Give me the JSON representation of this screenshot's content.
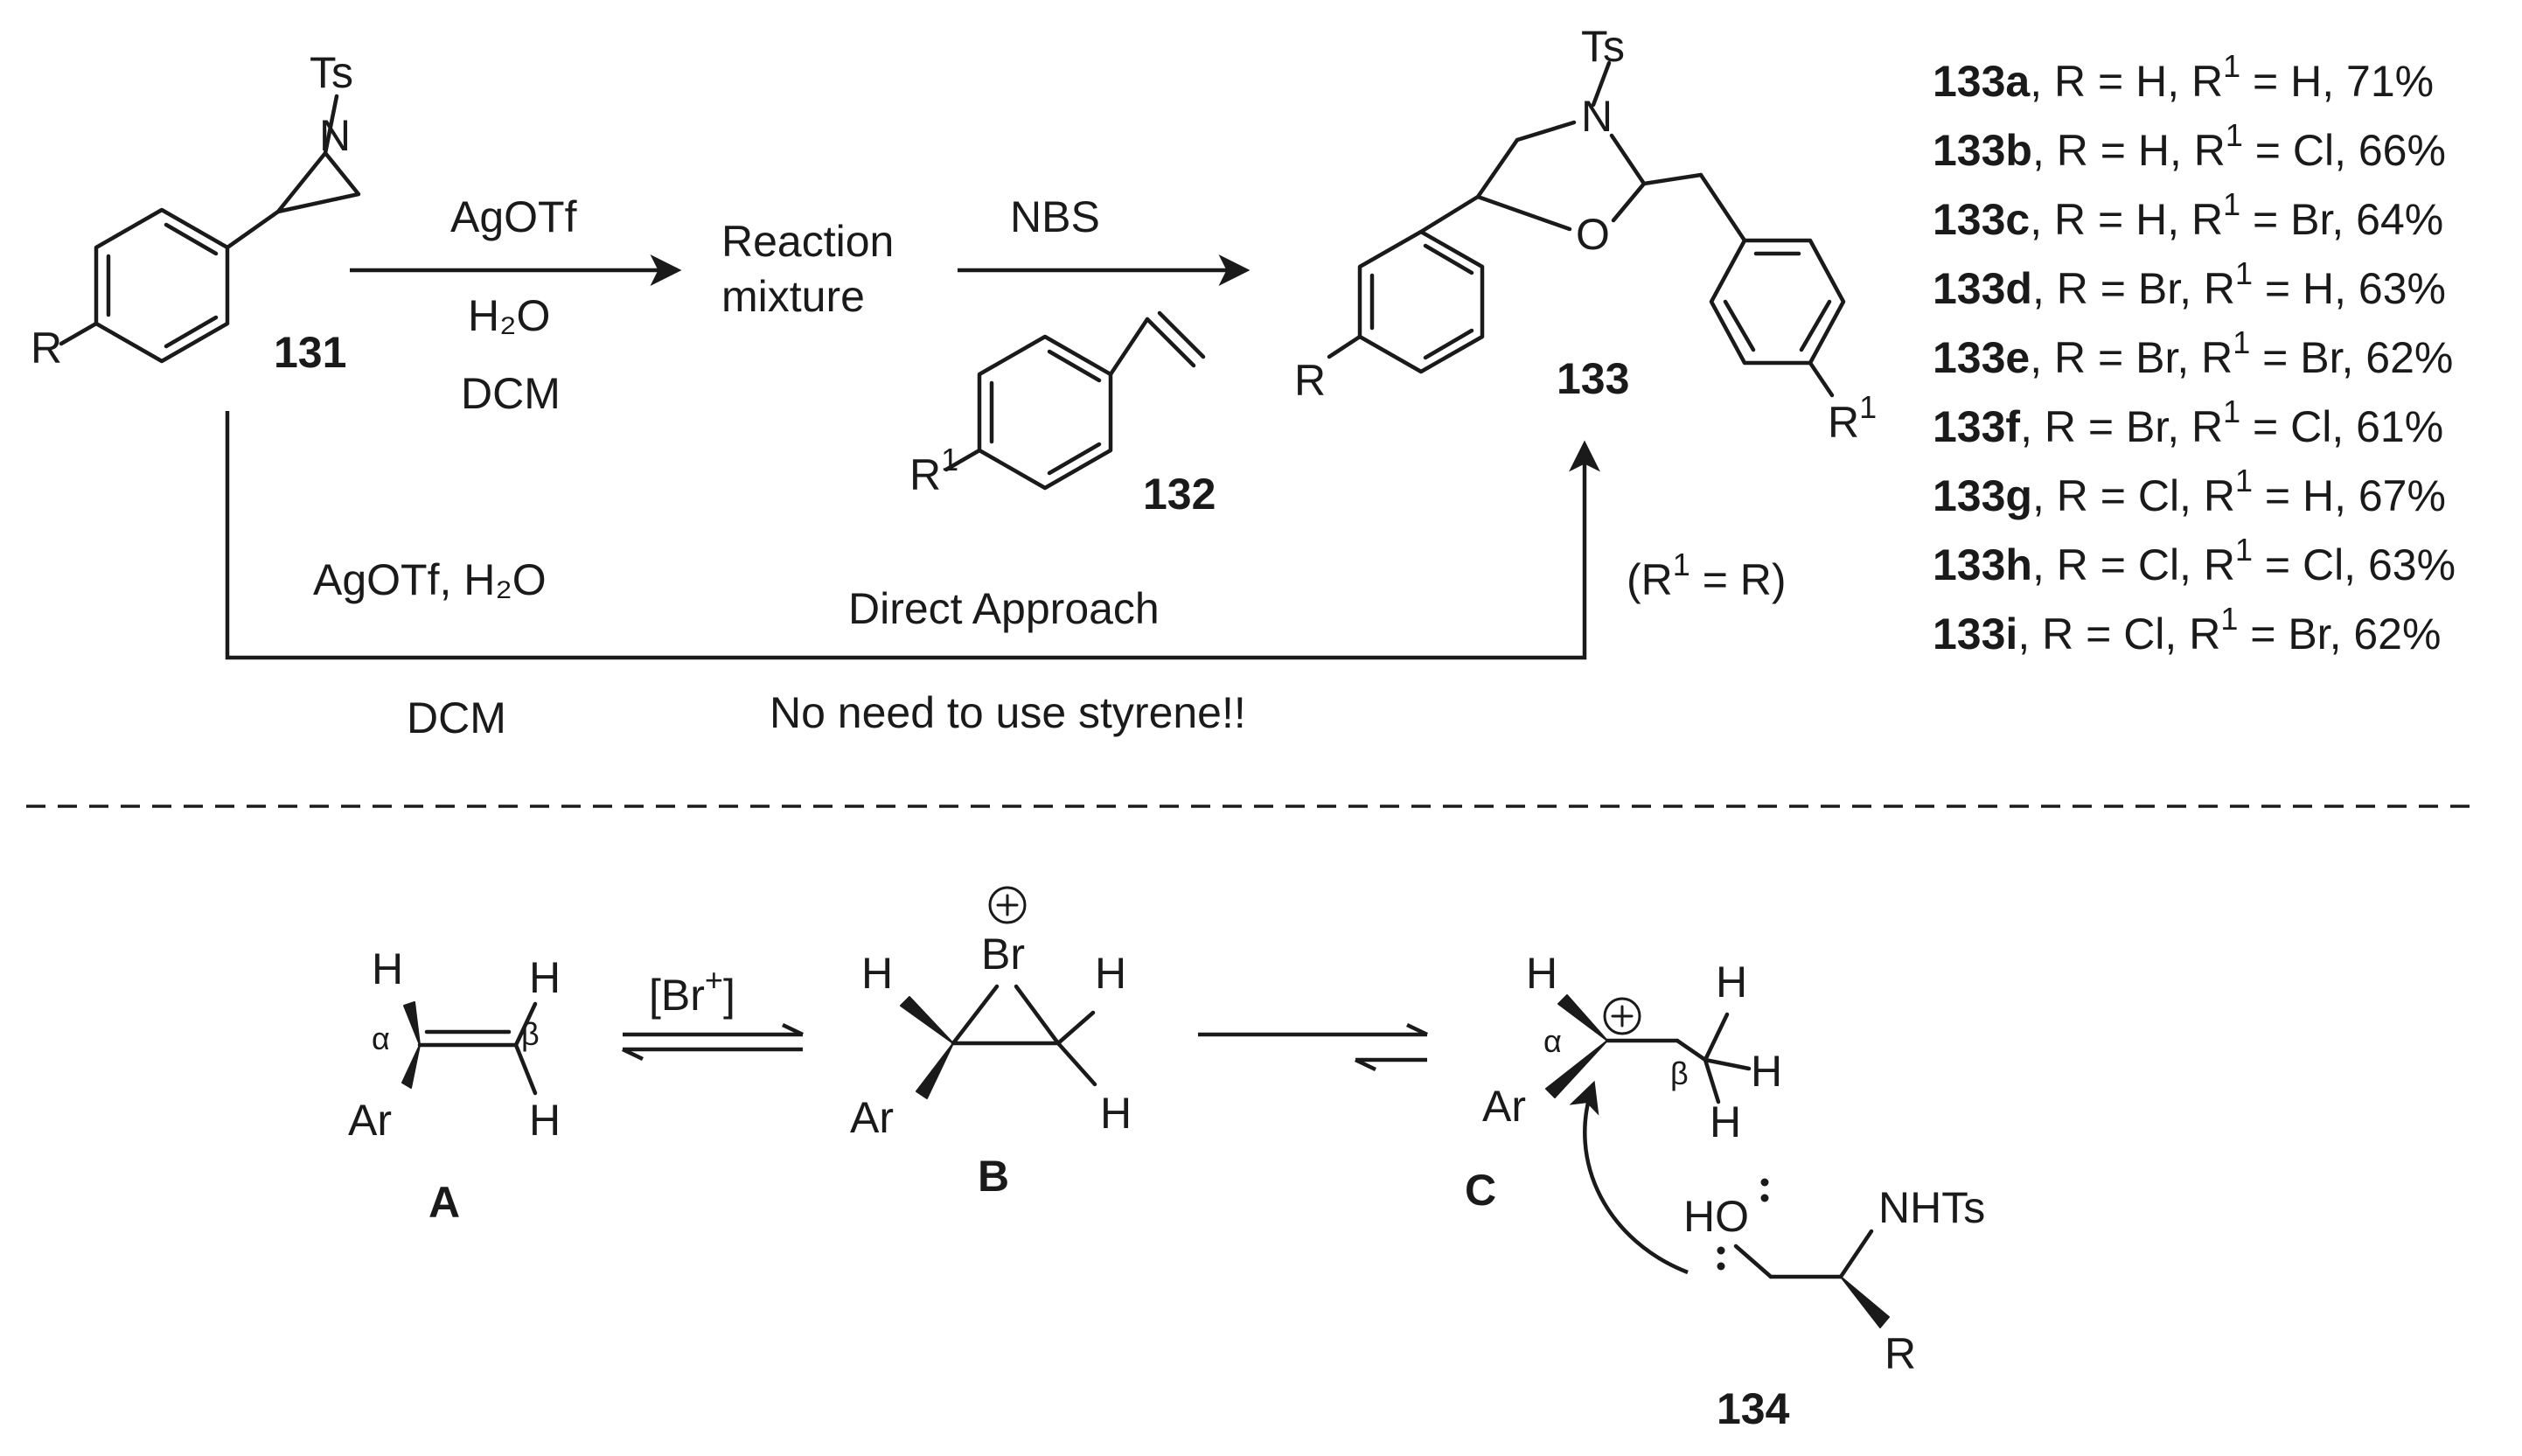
{
  "top": {
    "compound_131": {
      "id": "131",
      "r": "R",
      "ts": "Ts",
      "n": "N"
    },
    "step1": {
      "reagent": "AgOTf",
      "water": "H₂O",
      "solvent": "DCM"
    },
    "intermediate": {
      "line1": "Reaction",
      "line2": "mixture"
    },
    "step2": {
      "reagent": "NBS"
    },
    "compound_132": {
      "id": "132",
      "r1": "R",
      "r1_sup": "1"
    },
    "compound_133": {
      "id": "133",
      "ts": "Ts",
      "n": "N",
      "o": "O",
      "r": "R",
      "r1": "R",
      "r1_sup": "1"
    },
    "direct": {
      "reagents": "AgOTf, H₂O",
      "solvent": "DCM",
      "label": "Direct Approach",
      "note": "No need to use styrene!!",
      "condition_pre": "(R",
      "condition_sup": "1",
      "condition_post": " = R)"
    },
    "products": [
      {
        "id": "133a",
        "r": "H",
        "r1": "H",
        "yield": "71%"
      },
      {
        "id": "133b",
        "r": "H",
        "r1": "Cl",
        "yield": "66%"
      },
      {
        "id": "133c",
        "r": "H",
        "r1": "Br",
        "yield": "64%"
      },
      {
        "id": "133d",
        "r": "Br",
        "r1": "H",
        "yield": "63%"
      },
      {
        "id": "133e",
        "r": "Br",
        "r1": "Br",
        "yield": "62%"
      },
      {
        "id": "133f",
        "r": "Br",
        "r1": "Cl",
        "yield": "61%"
      },
      {
        "id": "133g",
        "r": "Cl",
        "r1": "H",
        "yield": "67%"
      },
      {
        "id": "133h",
        "r": "Cl",
        "r1": "Cl",
        "yield": "63%"
      },
      {
        "id": "133i",
        "r": "Cl",
        "r1": "Br",
        "yield": "62%"
      }
    ]
  },
  "mechanism": {
    "A": {
      "id": "A",
      "h": "H",
      "ar": "Ar",
      "alpha": "α",
      "beta": "β"
    },
    "reagent": {
      "pre": "[Br",
      "sup": "+",
      "post": "]"
    },
    "B": {
      "id": "B",
      "h": "H",
      "ar": "Ar",
      "br": "Br",
      "plus": "+"
    },
    "C": {
      "id": "C",
      "h": "H",
      "ar": "Ar",
      "alpha": "α",
      "beta": "β",
      "plus": "+"
    },
    "compound_134": {
      "id": "134",
      "ho": "HO",
      "nhts": "NHTs",
      "r": "R"
    }
  }
}
